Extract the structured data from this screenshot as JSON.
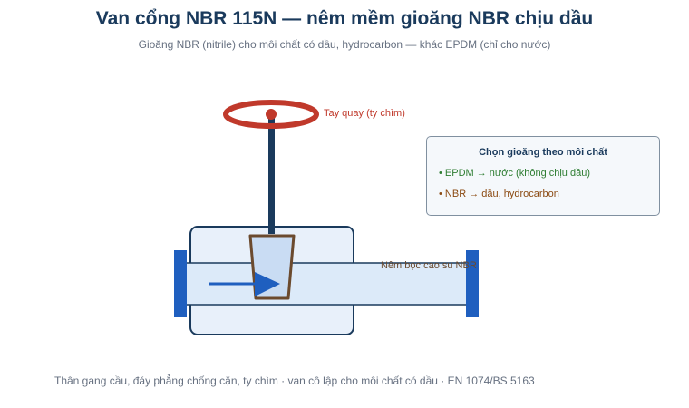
{
  "header": {
    "title": "Van cổng NBR 115N — nêm mềm gioăng NBR chịu dầu",
    "subtitle": "Gioăng NBR (nitrile) cho môi chất có dầu, hydrocarbon — khác EPDM (chỉ cho nước)"
  },
  "diagram": {
    "labels": {
      "handwheel": "Tay quay (ty chìm)",
      "wedge": "Nêm bọc cao su NBR"
    },
    "colors": {
      "handwheel": "#c0392b",
      "stem": "#1a3a5c",
      "flange": "#1f5fbf",
      "pipe_fill": "#dceaf9",
      "body_fill": "#e8f0fa",
      "wedge_stroke": "#6b4a2e",
      "wedge_fill": "#c9dcf3",
      "flow_arrow": "#1f5fbf"
    }
  },
  "legend": {
    "title": "Chọn gioăng theo môi chất",
    "items": [
      {
        "text": "• EPDM → nước (không chịu dầu)",
        "color": "#2e7d32"
      },
      {
        "text": "• NBR → dầu, hydrocarbon",
        "color": "#8b4a12"
      }
    ]
  },
  "footer": {
    "text": "Thân gang cầu, đáy phẳng chống cặn, ty chìm · van cô lập cho môi chất có dầu · EN 1074/BS 5163"
  }
}
